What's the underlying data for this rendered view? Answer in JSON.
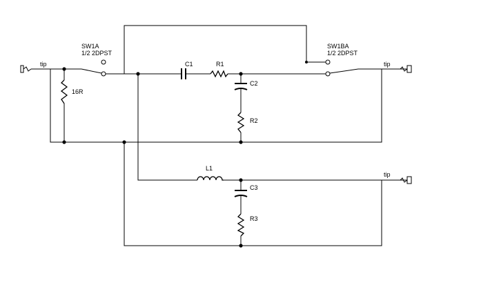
{
  "labels": {
    "sw1a_name": "SW1A",
    "sw1a_type": "1/2 2DPST",
    "sw1ba_name": "SW1BA",
    "sw1ba_type": "1/2 2DPST",
    "tip_input": "tip",
    "tip_output_1": "tip",
    "tip_output_2": "tip",
    "r_16r": "16R",
    "c1": "C1",
    "r1": "R1",
    "c2": "C2",
    "r2": "R2",
    "l1": "L1",
    "c3": "C3",
    "r3": "R3"
  }
}
